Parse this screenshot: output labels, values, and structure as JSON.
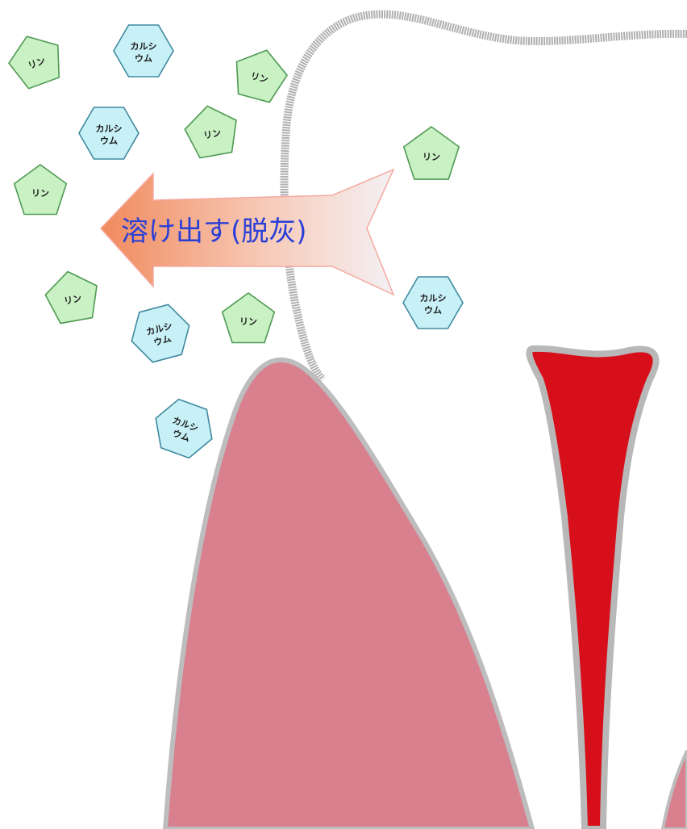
{
  "arrow": {
    "label": "溶け出す(脱灰)"
  },
  "minerals": [
    {
      "kind": "phosphorus",
      "label": "リン"
    },
    {
      "kind": "calcium",
      "label": "カルシウム"
    },
    {
      "kind": "phosphorus",
      "label": "リン"
    },
    {
      "kind": "calcium",
      "label": "カルシウム"
    },
    {
      "kind": "phosphorus",
      "label": "リン"
    },
    {
      "kind": "phosphorus",
      "label": "リン"
    },
    {
      "kind": "phosphorus",
      "label": "リン"
    },
    {
      "kind": "phosphorus",
      "label": "リン"
    },
    {
      "kind": "calcium",
      "label": "カルシウム"
    },
    {
      "kind": "phosphorus",
      "label": "リン"
    },
    {
      "kind": "calcium",
      "label": "カルシウム"
    },
    {
      "kind": "calcium",
      "label": "カルシウム"
    }
  ],
  "colors": {
    "phosphorus_fill": "#c9f1c4",
    "phosphorus_stroke": "#4f9a52",
    "calcium_fill": "#c8f0f7",
    "calcium_stroke": "#3f8aa0",
    "gum": "#d9808f",
    "pulp": "#d70f1a",
    "enamel_outline": "#a8a8a8",
    "arrow_start": "#f08a5d",
    "arrow_end": "#f4f0f4",
    "arrow_text": "#2a3fd6"
  }
}
